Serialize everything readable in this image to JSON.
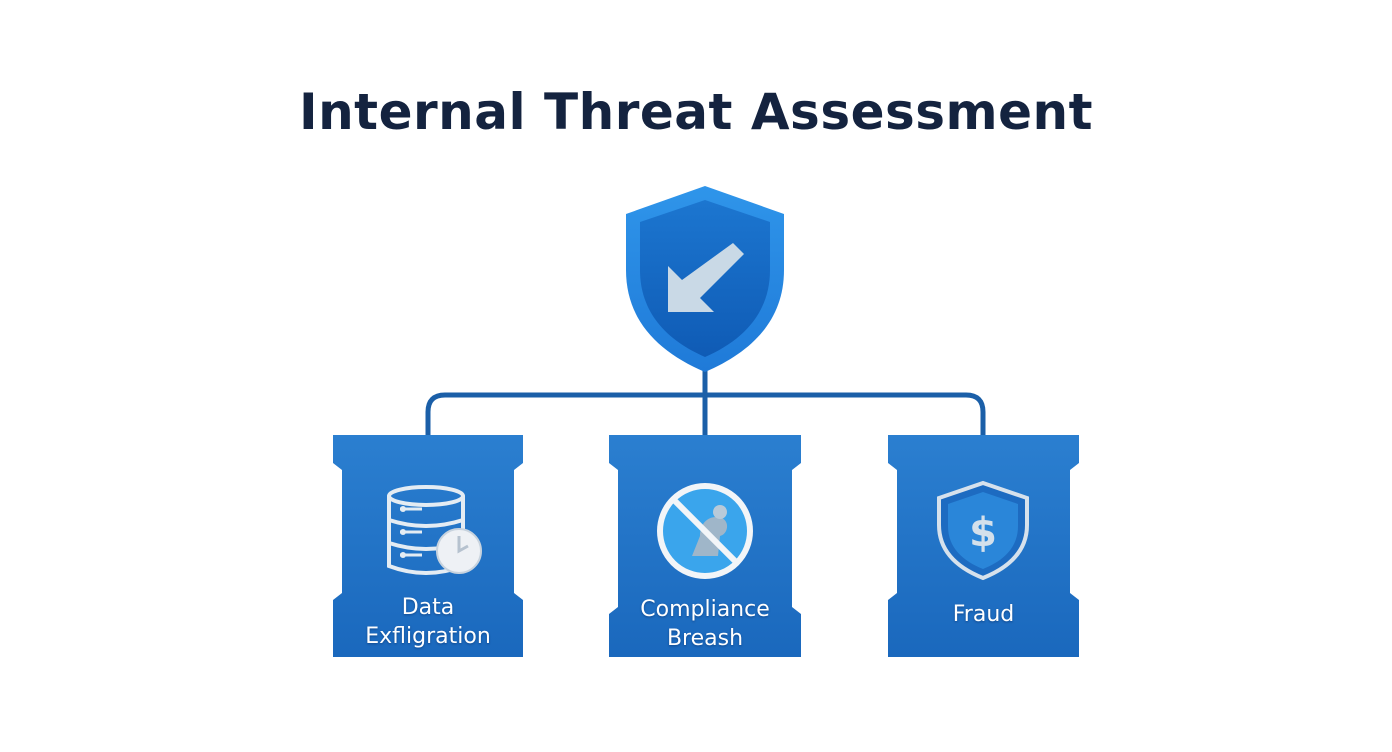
{
  "title": "Internal Threat Assessment",
  "center": {
    "icon": "shield-arrow-icon"
  },
  "pillars": [
    {
      "lines": [
        "Data",
        "Exfligration"
      ],
      "icon": "database-clock-icon"
    },
    {
      "lines": [
        "Compliance",
        "Breash"
      ],
      "icon": "prohibited-icon"
    },
    {
      "lines": [
        "Fraud"
      ],
      "icon": "shield-dollar-icon"
    }
  ],
  "colors": {
    "title": "#14233f",
    "pillar": "#1f6fc2",
    "shield_outer": "#2a8ee6",
    "shield_inner": "#1466c4",
    "connector": "#1b5fa8",
    "icon_light": "#dfe9f3"
  }
}
